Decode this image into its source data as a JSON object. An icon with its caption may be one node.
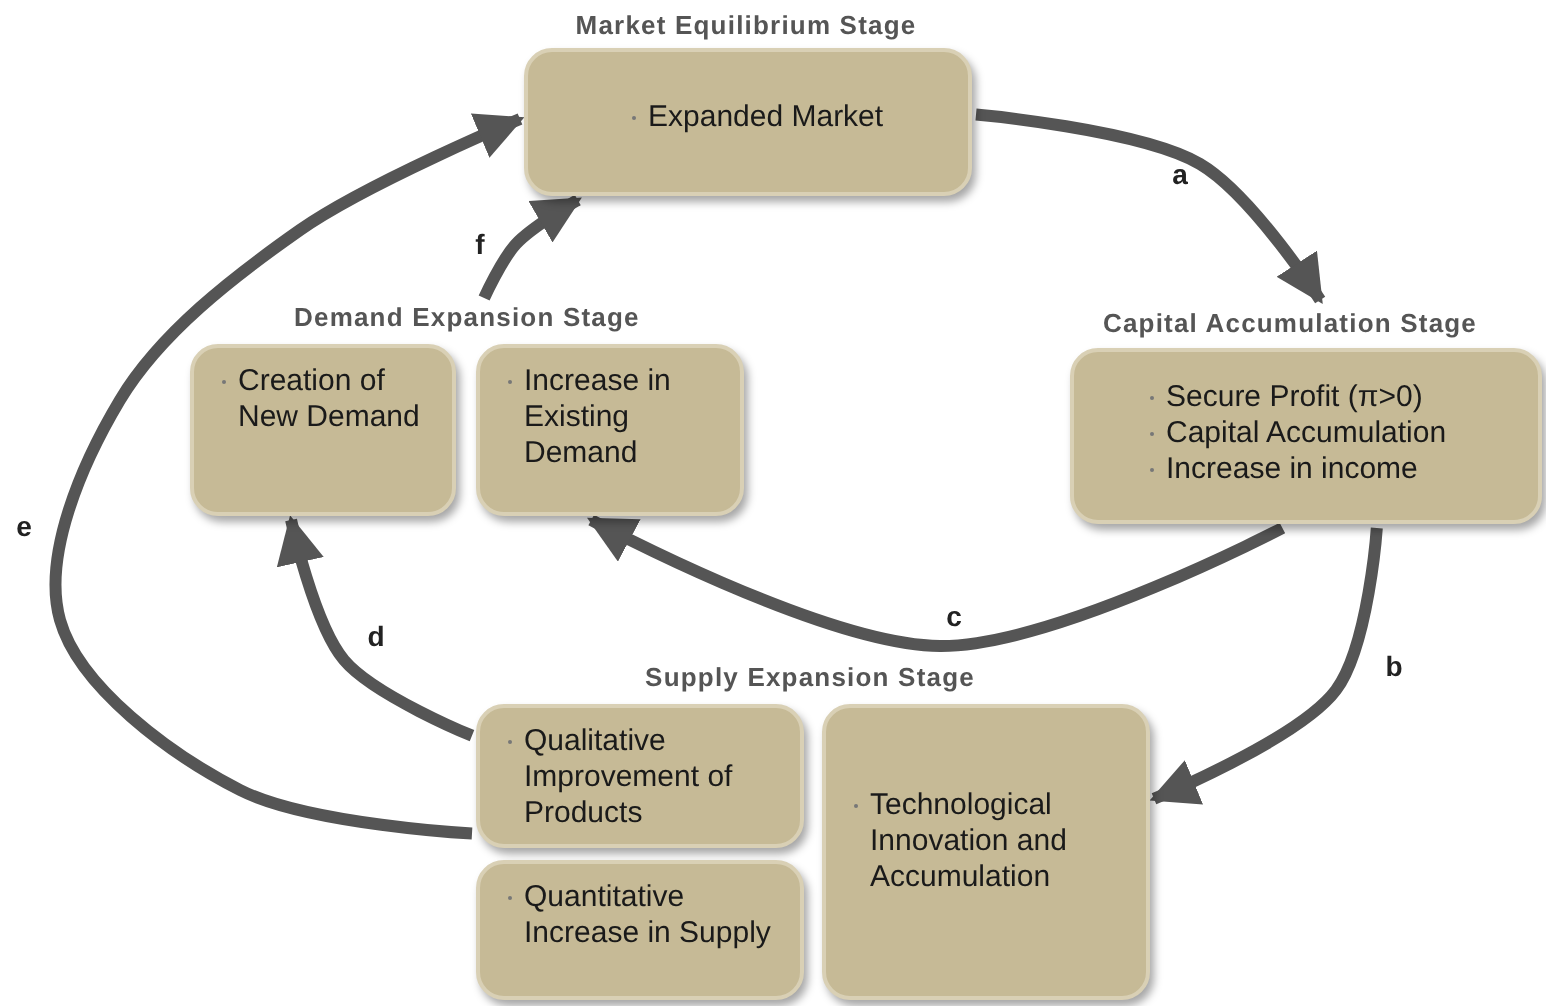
{
  "diagram": {
    "nodes": [
      {
        "text": [
          "Expanded Market"
        ],
        "beside": [
          "Market Equilibrium Stage"
        ]
      },
      {
        "text": [
          "Creation of New Demand"
        ]
      },
      {
        "text": [
          "Increase in Existing Demand"
        ]
      },
      {
        "text": [
          "Secure Profit (π>0)",
          "Capital Accumulation",
          "Increase in income"
        ],
        "beside": [
          "Capital Accumulation Stage"
        ]
      },
      {
        "text": [
          "Qualitative Improvement of Products"
        ]
      },
      {
        "text": [
          "Quantitative Increase in Supply"
        ]
      },
      {
        "text": [
          "Technological Innovation and Accumulation"
        ]
      },
      {
        "text": [
          "Demand Expansion Stage"
        ]
      }
    ],
    "edges": [
      {
        "from": 0,
        "to": 3,
        "arrow": "to",
        "label": "a"
      },
      {
        "from": 3,
        "to": 6,
        "arrow": "to",
        "label": "b"
      },
      {
        "from": 3,
        "to": 2,
        "arrow": "to",
        "label": "c"
      },
      {
        "from": 4,
        "to": 1,
        "arrow": "to",
        "label": "d"
      },
      {
        "from": 4,
        "to": 0,
        "arrow": "to",
        "label": "e"
      },
      {
        "from": 7,
        "to": 0,
        "arrow": "to",
        "label": "f"
      }
    ],
    "labels": [
      "Supply Expansion Stage"
    ]
  }
}
